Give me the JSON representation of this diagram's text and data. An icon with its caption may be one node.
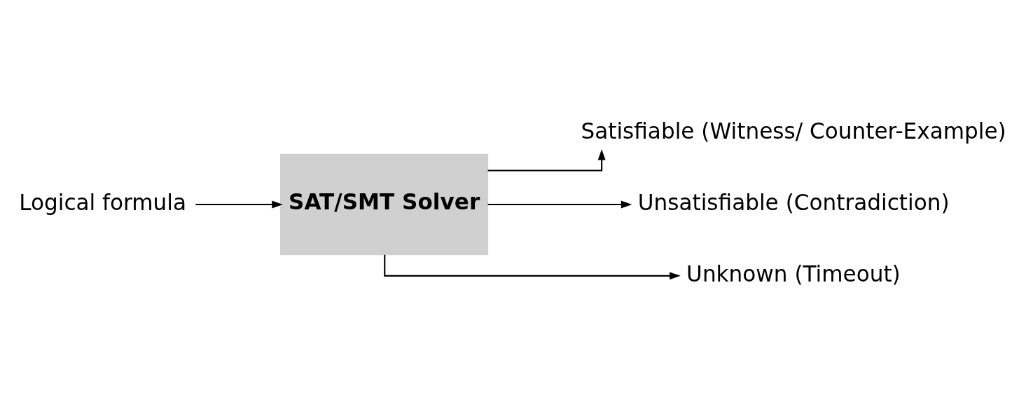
{
  "diagram": {
    "nodes": [
      {
        "text": [
          "Logical formula"
        ]
      },
      {
        "text": [
          "SAT/SMT Solver"
        ]
      },
      {
        "text": [
          "Satisfiable (Witness/ Counter-Example)"
        ]
      },
      {
        "text": [
          "Unsatisfiable (Contradiction)"
        ]
      },
      {
        "text": [
          "Unknown (Timeout)"
        ]
      }
    ],
    "edges": [
      {
        "from": 0,
        "to": 1,
        "arrow": "to"
      },
      {
        "from": 1,
        "to": 2,
        "arrow": "to"
      },
      {
        "from": 1,
        "to": 3,
        "arrow": "to"
      },
      {
        "from": 1,
        "to": 4,
        "arrow": "to"
      }
    ]
  }
}
